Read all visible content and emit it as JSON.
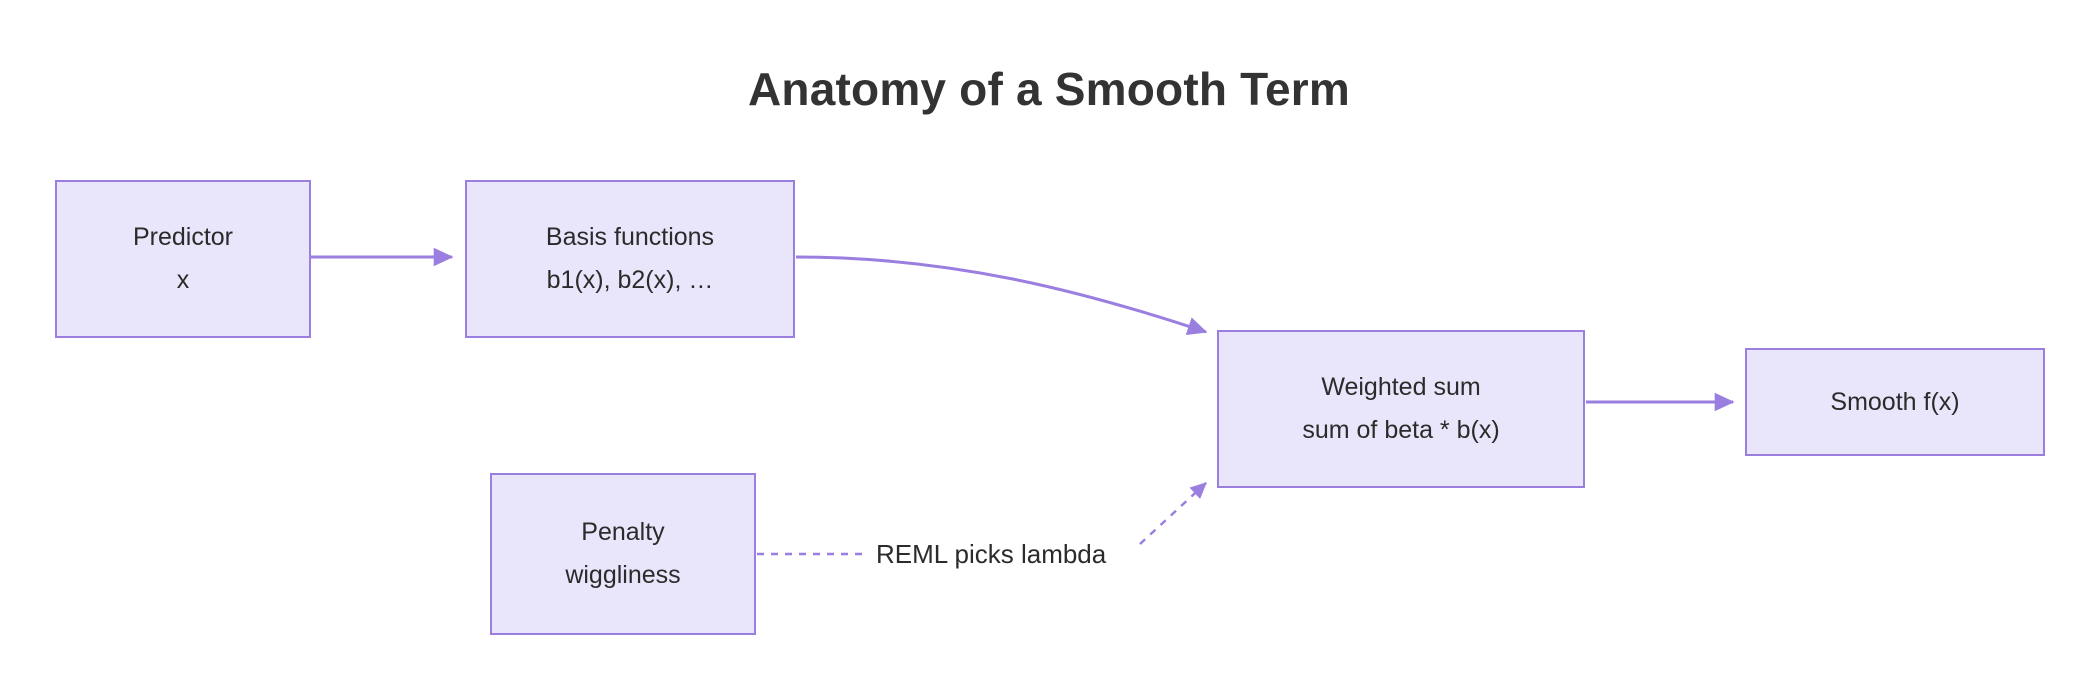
{
  "diagram": {
    "title": "Anatomy of a Smooth Term",
    "colors": {
      "node_fill": "#e9e6fb",
      "node_border": "#9a7ee0",
      "edge": "#9a7ee0",
      "text": "#2b2b2b",
      "title": "#333333",
      "background": "#ffffff"
    },
    "nodes": [
      {
        "id": "predictor",
        "lines": [
          "Predictor",
          "x"
        ]
      },
      {
        "id": "basis",
        "lines": [
          "Basis functions",
          "b1(x), b2(x), …"
        ]
      },
      {
        "id": "weighted",
        "lines": [
          "Weighted sum",
          "sum of beta * b(x)"
        ]
      },
      {
        "id": "smooth",
        "lines": [
          "Smooth f(x)"
        ]
      },
      {
        "id": "penalty",
        "lines": [
          "Penalty",
          "wiggliness"
        ]
      }
    ],
    "edges": [
      {
        "id": "predictor-to-basis",
        "from": "predictor",
        "to": "basis",
        "style": "solid",
        "arrow": true,
        "label": ""
      },
      {
        "id": "basis-to-weighted",
        "from": "basis",
        "to": "weighted",
        "style": "solid-curved",
        "arrow": true,
        "label": ""
      },
      {
        "id": "weighted-to-smooth",
        "from": "weighted",
        "to": "smooth",
        "style": "solid",
        "arrow": true,
        "label": ""
      },
      {
        "id": "penalty-to-weighted",
        "from": "penalty",
        "to": "weighted",
        "style": "dotted",
        "arrow": true,
        "label": "REML picks lambda"
      }
    ]
  }
}
